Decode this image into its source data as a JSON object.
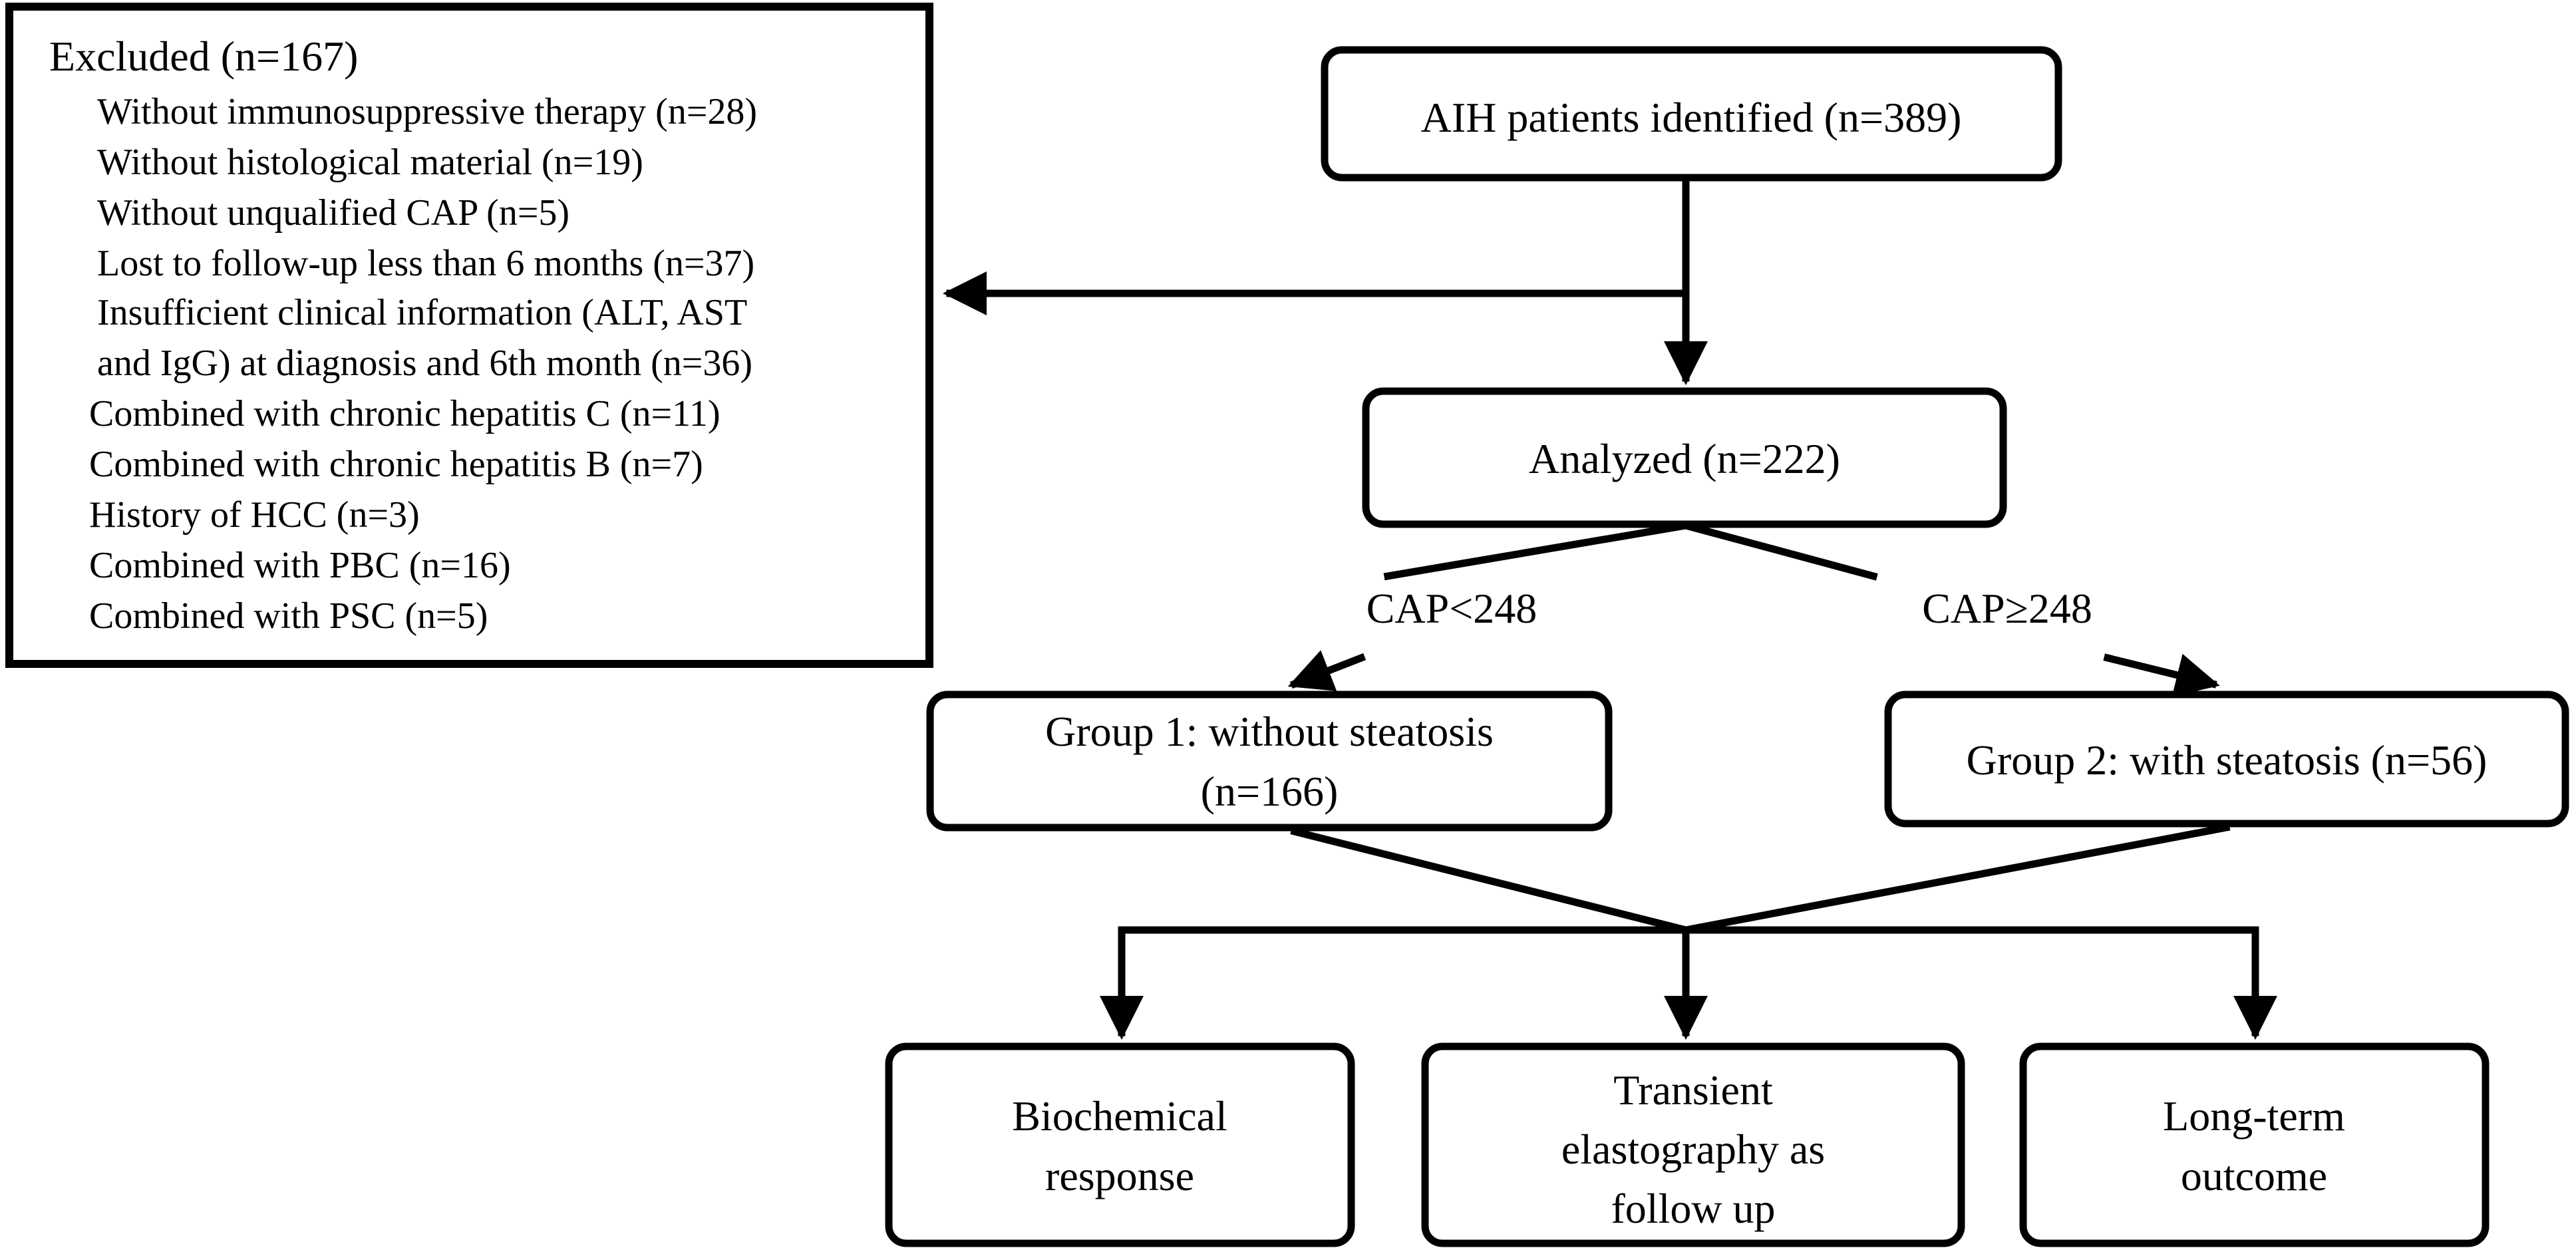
{
  "exclusion": {
    "title": "Excluded (n=167)",
    "items": [
      "Without immunosuppressive therapy (n=28)",
      "Without histological material (n=19)",
      "Without unqualified CAP (n=5)",
      "Lost to follow-up less than 6 months (n=37)",
      "Insufficient clinical information (ALT, AST",
      "and IgG) at diagnosis and 6th month (n=36)",
      "Combined with chronic hepatitis C (n=11)",
      "Combined with chronic hepatitis B (n=7)",
      "History of HCC (n=3)",
      "Combined with PBC (n=16)",
      "Combined with PSC (n=5)"
    ]
  },
  "nodes": {
    "identified": {
      "lines": [
        "AIH patients identified (n=389)"
      ]
    },
    "analyzed": {
      "lines": [
        "Analyzed (n=222)"
      ]
    },
    "group1": {
      "lines": [
        "Group 1: without steatosis",
        "(n=166)"
      ]
    },
    "group2": {
      "lines": [
        "Group 2: with steatosis (n=56)"
      ]
    },
    "biochemical": {
      "lines": [
        "Biochemical",
        "response"
      ]
    },
    "elastography": {
      "lines": [
        "Transient",
        "elastography as",
        "follow up"
      ]
    },
    "outcome": {
      "lines": [
        "Long-term",
        "outcome"
      ]
    }
  },
  "edge_labels": {
    "low_cap": "CAP<248",
    "high_cap": "CAP≥248"
  }
}
